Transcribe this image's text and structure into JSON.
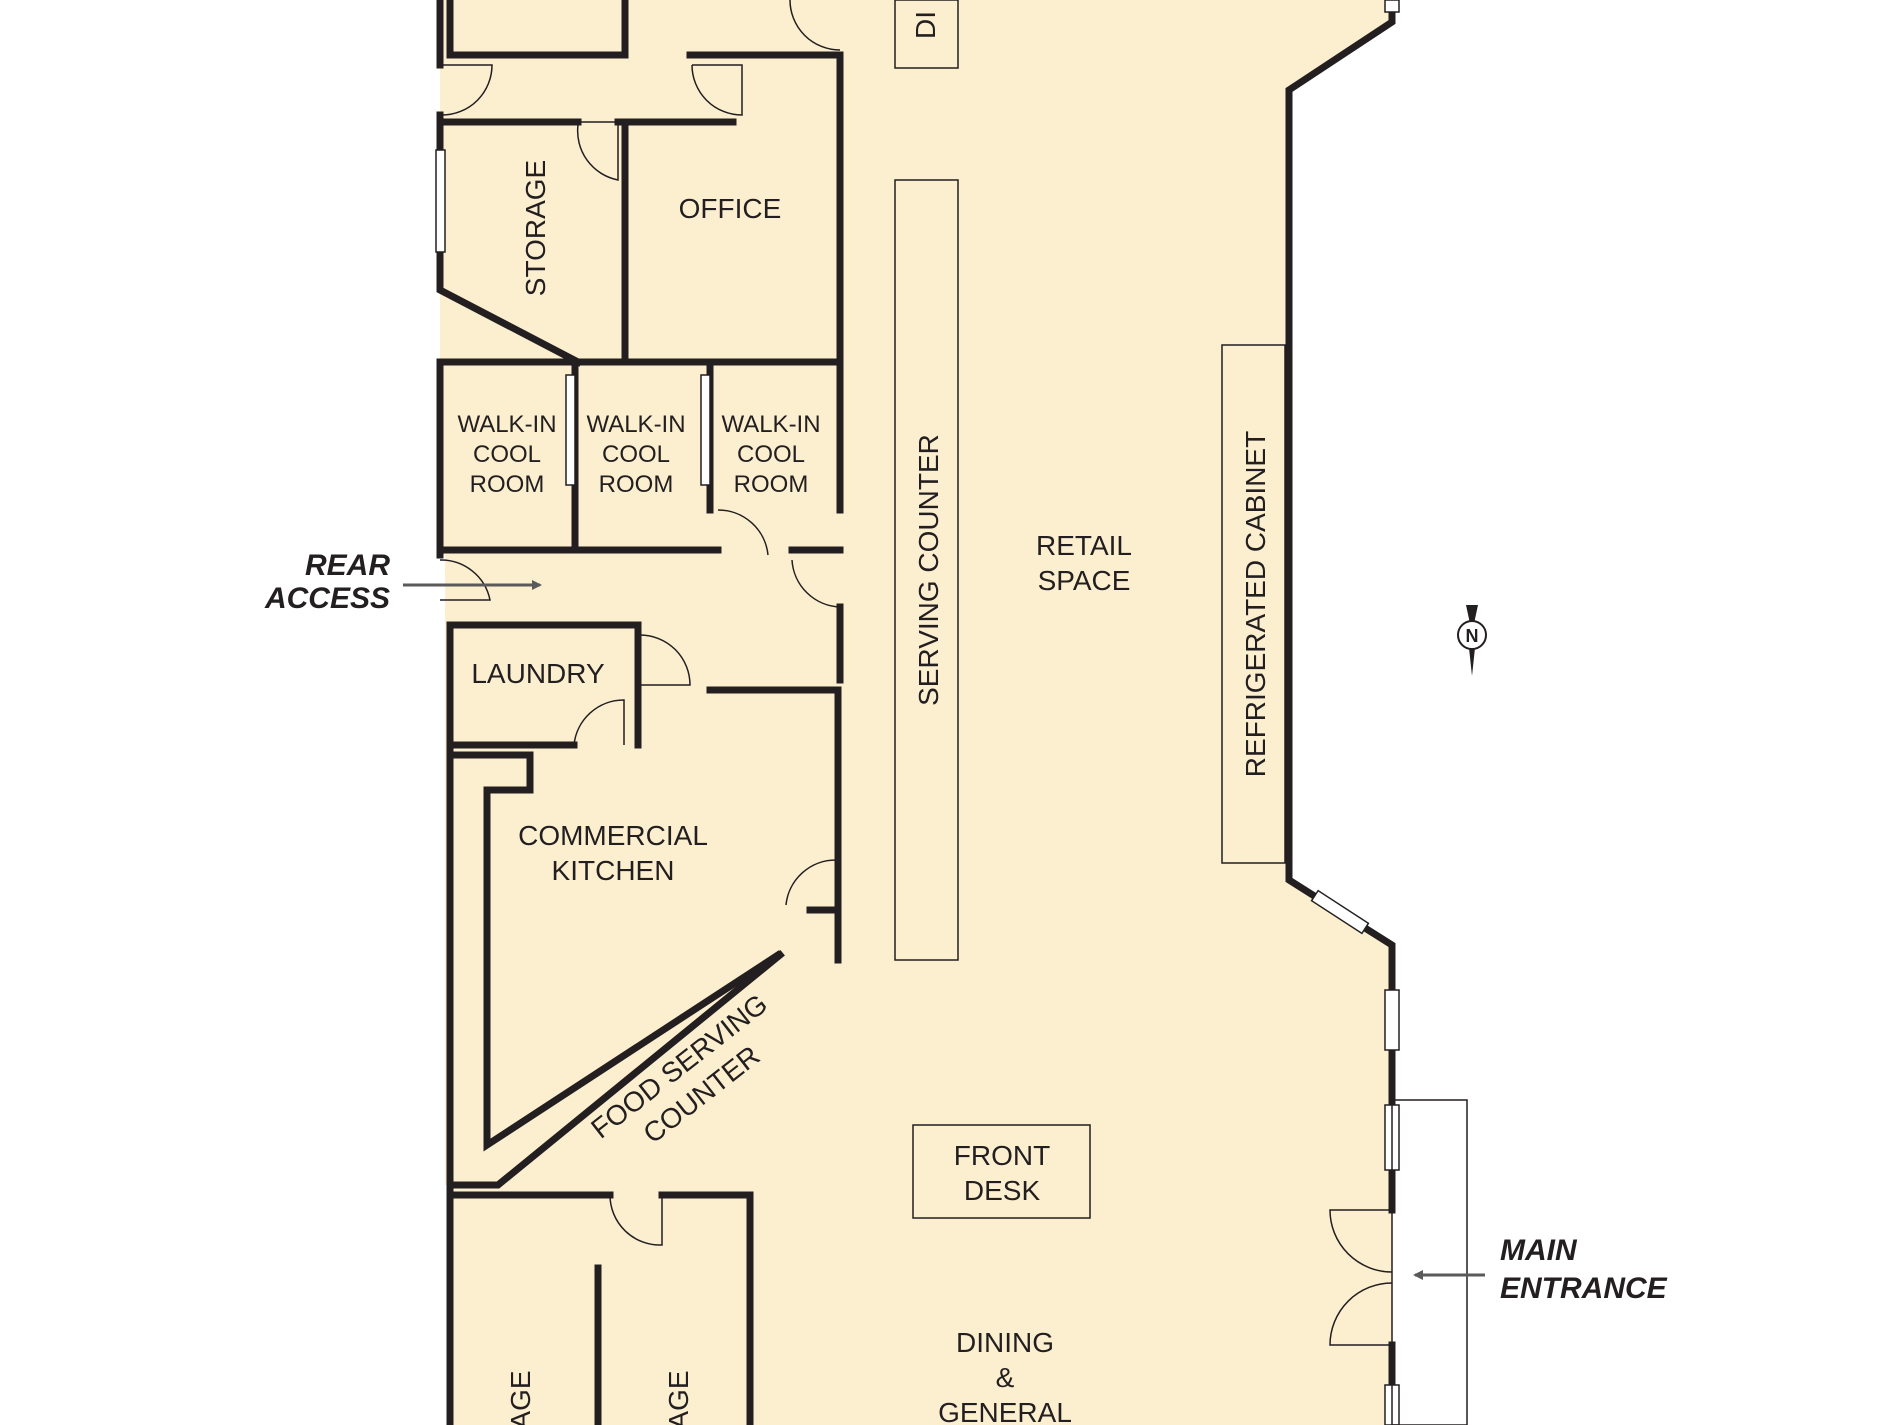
{
  "colors": {
    "floor": "#fcefd0",
    "wall": "#231f20",
    "background": "#ffffff",
    "arrow": "#5a5a5a"
  },
  "rooms": {
    "top_truncated": "DI",
    "office": "OFFICE",
    "storage_upper": "STORAGE",
    "walkin_1": [
      "WALK-IN",
      "COOL",
      "ROOM"
    ],
    "walkin_2": [
      "WALK-IN",
      "COOL",
      "ROOM"
    ],
    "walkin_3": [
      "WALK-IN",
      "COOL",
      "ROOM"
    ],
    "laundry": "LAUNDRY",
    "kitchen": [
      "COMMERCIAL",
      "KITCHEN"
    ],
    "food_counter": [
      "FOOD SERVING",
      "COUNTER"
    ],
    "storage_bottom_1": "AGE",
    "storage_bottom_2": "AGE"
  },
  "fixtures": {
    "serving_counter": "SERVING COUNTER",
    "refrigerated_cabinet": "REFRIGERATED CABINET",
    "front_desk": [
      "FRONT",
      "DESK"
    ],
    "retail_space": [
      "RETAIL",
      "SPACE"
    ],
    "dining": [
      "DINING",
      "&",
      "GENERAL"
    ]
  },
  "annotations": {
    "rear_access": [
      "REAR",
      "ACCESS"
    ],
    "main_entrance": [
      "MAIN",
      "ENTRANCE"
    ],
    "north": "N"
  }
}
